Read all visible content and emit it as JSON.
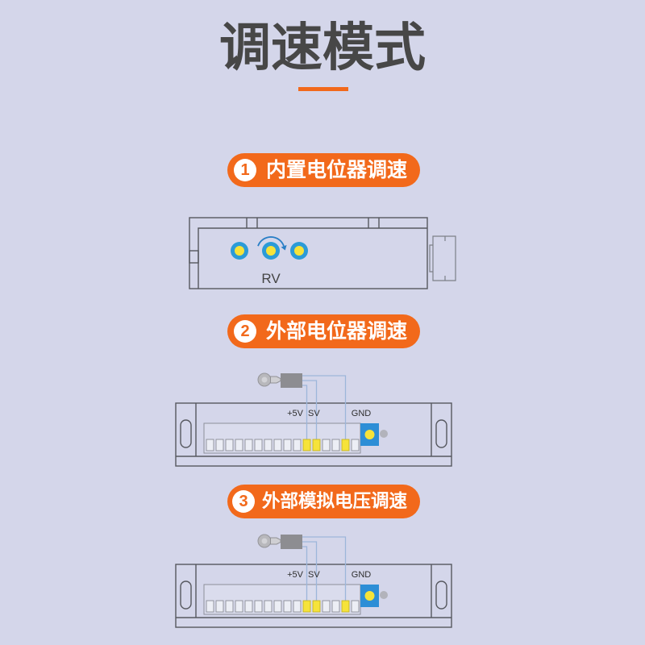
{
  "title": "调速模式",
  "modes": [
    {
      "number": "1",
      "label": "内置电位器调速"
    },
    {
      "number": "2",
      "label": "外部电位器调速"
    },
    {
      "number": "3",
      "label": "外部模拟电压调速"
    }
  ],
  "builtin_diagram": {
    "knob_label": "RV"
  },
  "external_pot_diagram": {
    "pin_labels": {
      "plus5v": "+5V",
      "sv": "SV",
      "gnd": "GND"
    }
  },
  "analog_voltage_diagram": {
    "pin_labels": {
      "plus5v": "+5V",
      "sv": "SV",
      "gnd": "GND"
    }
  },
  "colors": {
    "background": "#d4d6ea",
    "accent": "#f2691b",
    "title": "#474747",
    "knob_ring": "#2b9bd8",
    "knob_center": "#f6e33a",
    "terminal_active": "#f6e33a",
    "connector": "#2d8ed6",
    "wire": "#9db6da"
  },
  "icons": {
    "potentiometer": "potentiometer-icon",
    "rotate_arrow": "rotate-arrow-icon"
  }
}
